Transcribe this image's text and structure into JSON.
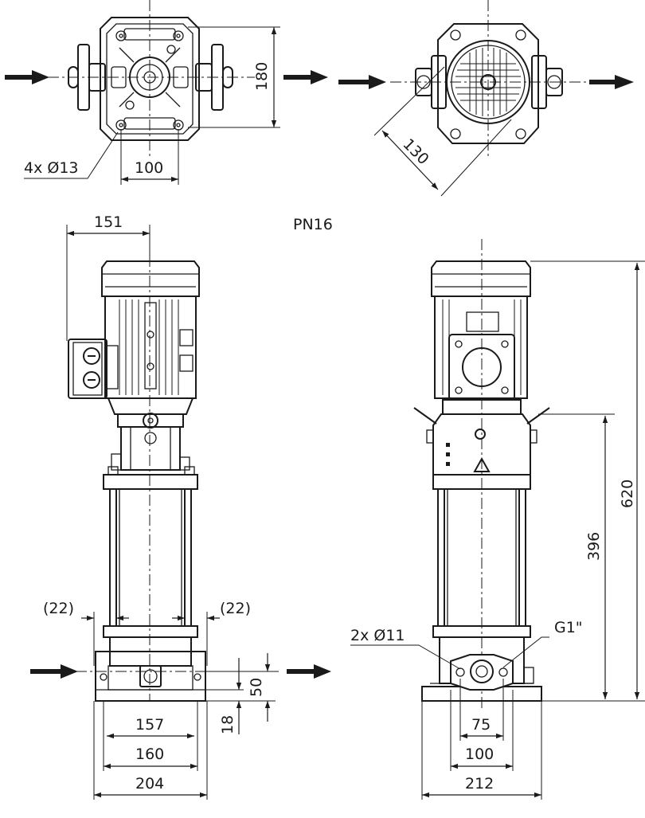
{
  "diagram": {
    "pressure_rating": "PN16",
    "top_views": {
      "left": {
        "bolt_holes": "4x Ø13",
        "width_dim": "100",
        "height_dim": "180"
      },
      "right": {
        "diagonal_dim": "130"
      }
    },
    "side_view": {
      "motor_offset_dim": "151",
      "left_offset_dim": "(22)",
      "right_offset_dim": "(22)",
      "base_width_inner": "157",
      "base_width_mid": "160",
      "base_width_outer": "204",
      "inlet_height_dim": "50",
      "base_height_dim": "18"
    },
    "front_view": {
      "total_height_dim": "620",
      "pump_height_dim": "396",
      "flange_holes": "2x Ø11",
      "drain_thread": "G1\"",
      "hole_spacing_dim": "75",
      "flange_width_dim": "100",
      "base_width_dim": "212"
    }
  }
}
